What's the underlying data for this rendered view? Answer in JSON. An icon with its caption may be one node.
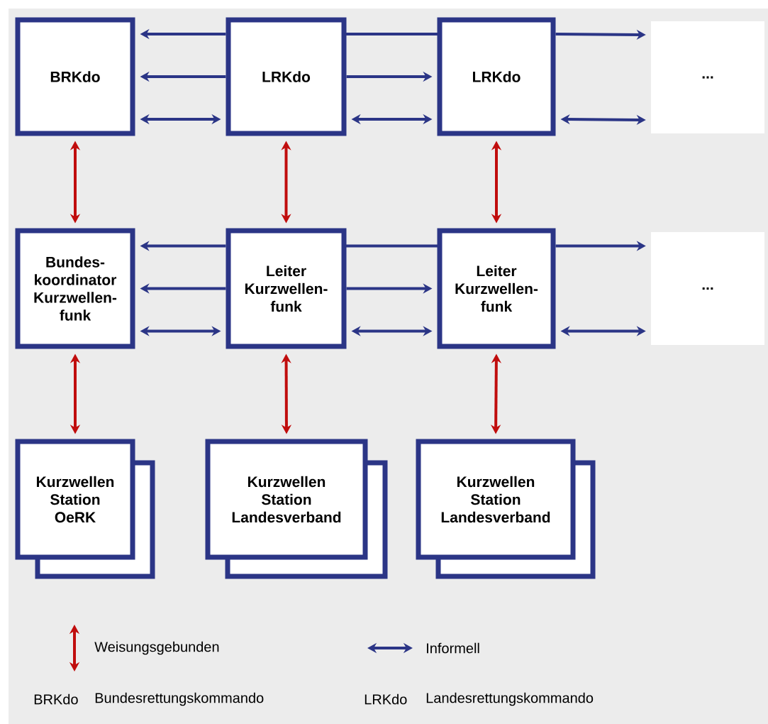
{
  "diagram": {
    "nodes": [
      {
        "text": [
          "BRKdo"
        ]
      },
      {
        "text": [
          "LRKdo"
        ]
      },
      {
        "text": [
          "LRKdo"
        ]
      },
      {
        "text": [
          "..."
        ]
      },
      {
        "text": [
          "Bundes-koordinator Kurzwellen-funk"
        ]
      },
      {
        "text": [
          "Leiter Kurzwellen-funk"
        ]
      },
      {
        "text": [
          "Leiter Kurzwellen-funk"
        ]
      },
      {
        "text": [
          "..."
        ]
      },
      {
        "text": [
          "Kurzwellen Station OeRK"
        ]
      },
      {
        "text": [
          "Kurzwellen Station Landesverband"
        ]
      },
      {
        "text": [
          "Kurzwellen Station Landesverband"
        ]
      }
    ],
    "edges": [
      {
        "from": 1,
        "to": 0,
        "arrow": "to"
      },
      {
        "from": 1,
        "to": 0,
        "arrow": "to"
      },
      {
        "from": 0,
        "to": 1,
        "arrow": "both"
      },
      {
        "from": 1,
        "to": 2,
        "arrow": "none"
      },
      {
        "from": 1,
        "to": 2,
        "arrow": "to"
      },
      {
        "from": 1,
        "to": 2,
        "arrow": "both"
      },
      {
        "from": 2,
        "to": 3,
        "arrow": "to"
      },
      {
        "from": 2,
        "to": 3,
        "arrow": "both"
      },
      {
        "from": 5,
        "to": 4,
        "arrow": "to"
      },
      {
        "from": 5,
        "to": 4,
        "arrow": "to"
      },
      {
        "from": 4,
        "to": 5,
        "arrow": "both"
      },
      {
        "from": 5,
        "to": 6,
        "arrow": "none"
      },
      {
        "from": 5,
        "to": 6,
        "arrow": "to"
      },
      {
        "from": 5,
        "to": 6,
        "arrow": "both"
      },
      {
        "from": 6,
        "to": 7,
        "arrow": "to"
      },
      {
        "from": 6,
        "to": 7,
        "arrow": "both"
      },
      {
        "from": 0,
        "to": 4,
        "arrow": "both",
        "color": "#c00d0d"
      },
      {
        "from": 1,
        "to": 5,
        "arrow": "both",
        "color": "#c00d0d"
      },
      {
        "from": 2,
        "to": 6,
        "arrow": "both",
        "color": "#c00d0d"
      },
      {
        "from": 4,
        "to": 8,
        "arrow": "both",
        "color": "#c00d0d"
      },
      {
        "from": 5,
        "to": 9,
        "arrow": "both",
        "color": "#c00d0d"
      },
      {
        "from": 6,
        "to": 10,
        "arrow": "both",
        "color": "#c00d0d"
      }
    ],
    "labels": [
      "BRKdo",
      "Bundesrettungskommando",
      "LRKdo",
      "Landesrettungskommando"
    ],
    "legend": [
      {
        "text": "Weisungsgebunden"
      },
      {
        "text": "Informell"
      }
    ]
  }
}
